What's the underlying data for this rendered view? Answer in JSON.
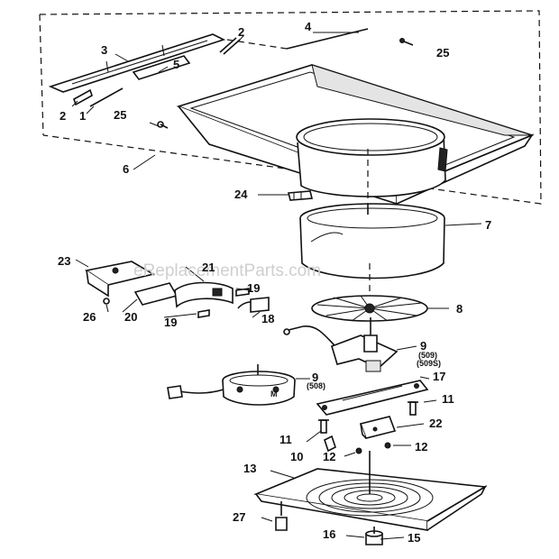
{
  "watermark": "eReplacementParts.com",
  "callouts": [
    {
      "id": "c1",
      "text": "1"
    },
    {
      "id": "c2a",
      "text": "2"
    },
    {
      "id": "c2b",
      "text": "2"
    },
    {
      "id": "c3",
      "text": "3"
    },
    {
      "id": "c4",
      "text": "4"
    },
    {
      "id": "c5",
      "text": "5"
    },
    {
      "id": "c6",
      "text": "6"
    },
    {
      "id": "c7",
      "text": "7"
    },
    {
      "id": "c8",
      "text": "8"
    },
    {
      "id": "c9a",
      "text": "9"
    },
    {
      "id": "c9b",
      "text": "9"
    },
    {
      "id": "c10",
      "text": "10"
    },
    {
      "id": "c11a",
      "text": "11"
    },
    {
      "id": "c11b",
      "text": "11"
    },
    {
      "id": "c12a",
      "text": "12"
    },
    {
      "id": "c12b",
      "text": "12"
    },
    {
      "id": "c13",
      "text": "13"
    },
    {
      "id": "c15",
      "text": "15"
    },
    {
      "id": "c16",
      "text": "16"
    },
    {
      "id": "c17",
      "text": "17"
    },
    {
      "id": "c18",
      "text": "18"
    },
    {
      "id": "c19a",
      "text": "19"
    },
    {
      "id": "c19b",
      "text": "19"
    },
    {
      "id": "c20",
      "text": "20"
    },
    {
      "id": "c21",
      "text": "21"
    },
    {
      "id": "c22",
      "text": "22"
    },
    {
      "id": "c23",
      "text": "23"
    },
    {
      "id": "c24",
      "text": "24"
    },
    {
      "id": "c25a",
      "text": "25"
    },
    {
      "id": "c25b",
      "text": "25"
    },
    {
      "id": "c26",
      "text": "26"
    },
    {
      "id": "c27",
      "text": "27"
    }
  ],
  "model_notes": {
    "motor_a_line1": "(509)",
    "motor_a_line2": "(509S)",
    "motor_b": "(508)"
  }
}
